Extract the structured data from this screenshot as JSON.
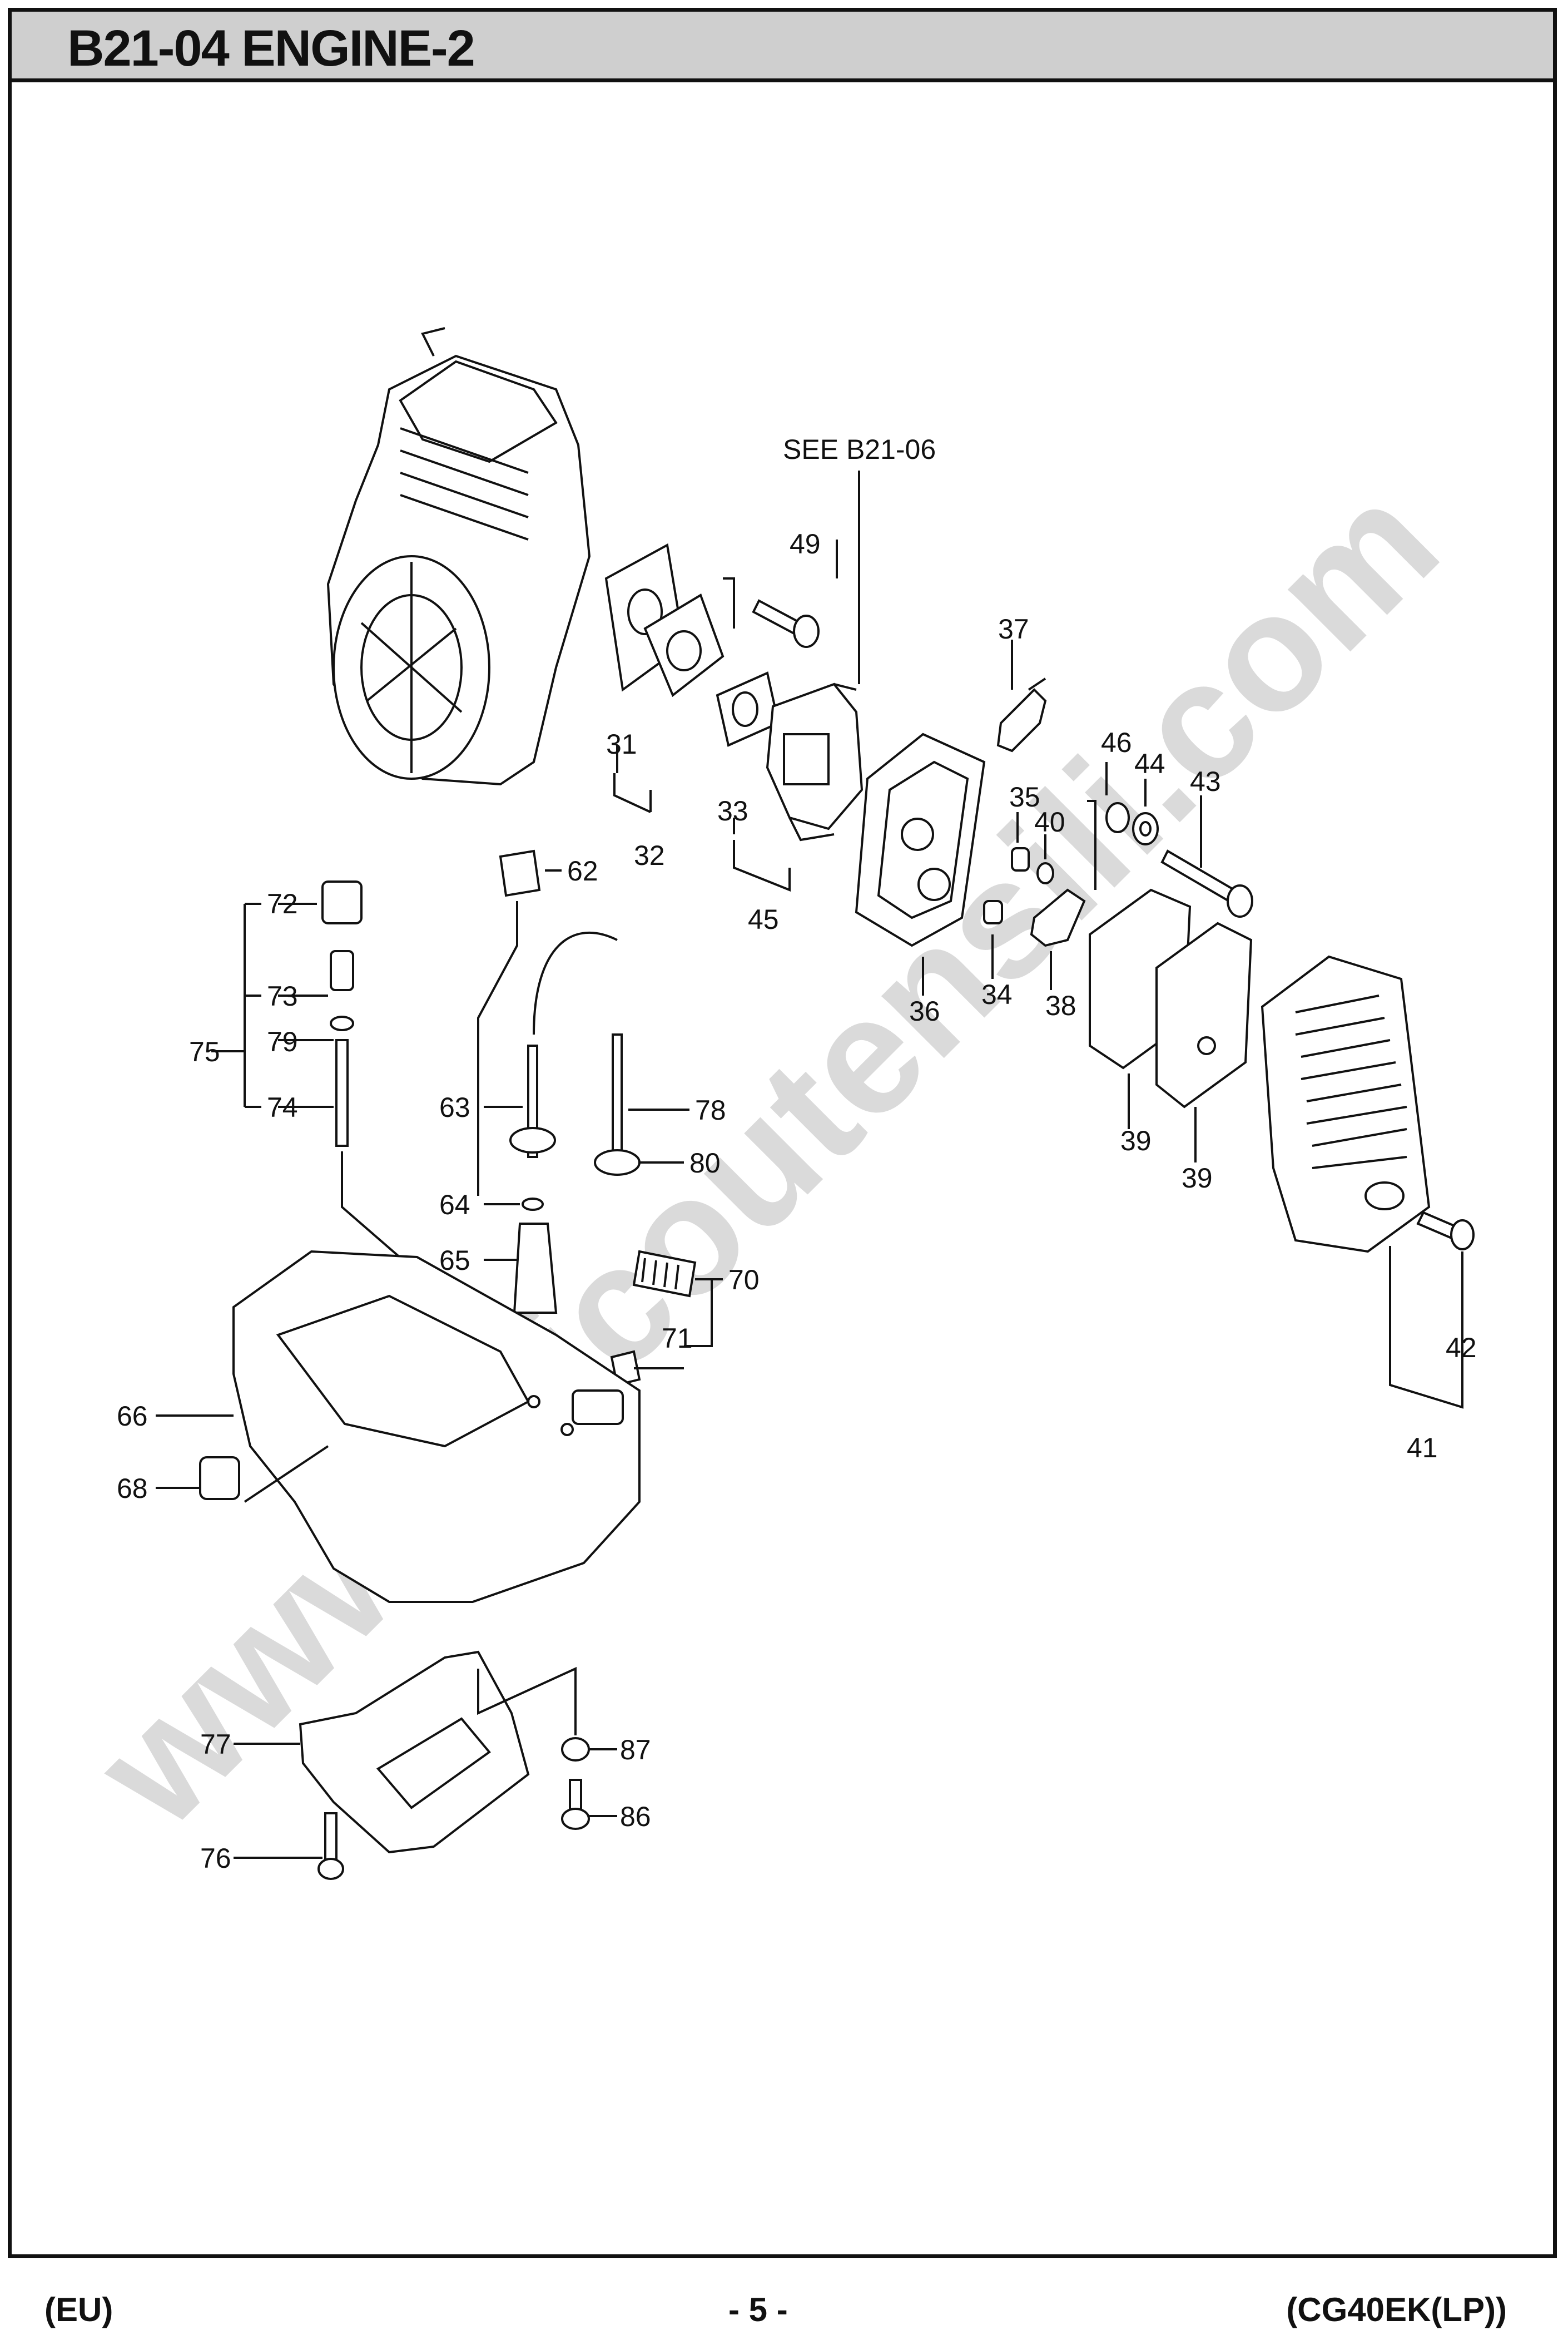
{
  "header": {
    "title": "B21-04 ENGINE-2"
  },
  "watermark": "www.bricoutensili.com",
  "see_reference": "SEE B21-06",
  "part_labels": {
    "p31": "31",
    "p32": "32",
    "p33": "33",
    "p34": "34",
    "p35": "35",
    "p36": "36",
    "p37": "37",
    "p38": "38",
    "p39a": "39",
    "p39b": "39",
    "p40": "40",
    "p41": "41",
    "p42": "42",
    "p43": "43",
    "p44": "44",
    "p45": "45",
    "p46": "46",
    "p49": "49",
    "p62": "62",
    "p63": "63",
    "p64": "64",
    "p65": "65",
    "p66": "66",
    "p68": "68",
    "p70": "70",
    "p71": "71",
    "p72": "72",
    "p73": "73",
    "p74": "74",
    "p75": "75",
    "p76": "76",
    "p77": "77",
    "p78": "78",
    "p79": "79",
    "p80": "80",
    "p86": "86",
    "p87": "87"
  },
  "footer": {
    "left": "(EU)",
    "center": "- 5 -",
    "right": "(CG40EK(LP))"
  }
}
